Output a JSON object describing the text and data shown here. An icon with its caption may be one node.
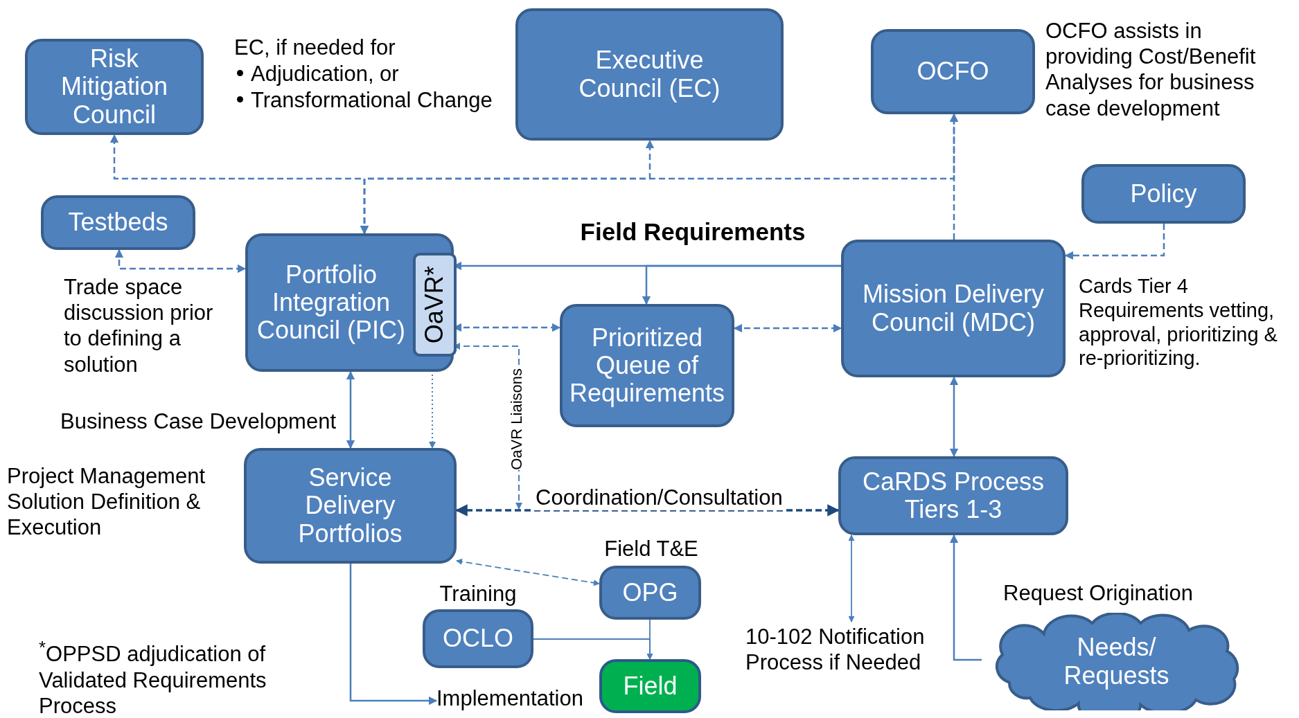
{
  "diagram": {
    "nodes": [
      {
        "text": [
          "Risk Mitigation Council"
        ]
      },
      {
        "text": [
          "Executive Council (EC)"
        ]
      },
      {
        "text": [
          "OCFO"
        ],
        "beside": [
          "OCFO assists in providing Cost/Benefit Analyses for business case development"
        ]
      },
      {
        "text": [
          "Testbeds"
        ]
      },
      {
        "text": [
          "Portfolio Integration Council (PIC)"
        ]
      },
      {
        "text": [
          "OaVR*"
        ],
        "in": 4
      },
      {
        "text": [
          "Policy"
        ]
      },
      {
        "text": [
          "Prioritized Queue of Requirements"
        ]
      },
      {
        "text": [
          "Mission Delivery Council (MDC)"
        ],
        "beside": [
          "Cards Tier 4 Requirements vetting, approval, prioritizing & re-prioritizing."
        ]
      },
      {
        "text": [
          "Service Delivery Portfolios"
        ]
      },
      {
        "text": [
          "CaRDS Process Tiers 1-3"
        ]
      },
      {
        "text": [
          "OPG"
        ],
        "beside": [
          "Field T&E"
        ]
      },
      {
        "text": [
          "OCLO"
        ],
        "beside": [
          "Training"
        ]
      },
      {
        "text": [
          "Field"
        ]
      },
      {
        "text": [
          "Needs/ Requests"
        ],
        "beside": [
          "Request Origination"
        ]
      },
      {
        "text": [
          "Implementation"
        ]
      },
      {
        "text": [
          "10-102 Notification Process if Needed"
        ]
      }
    ],
    "edges": [
      {
        "from": 4,
        "to": 0,
        "arrow": "both",
        "style": "dashed"
      },
      {
        "from": 4,
        "to": 1,
        "arrow": "both",
        "style": "dashed"
      },
      {
        "from": 4,
        "to": 2,
        "arrow": "both",
        "style": "dashed"
      },
      {
        "from": 8,
        "to": 2,
        "arrow": "to",
        "style": "dashed"
      },
      {
        "from": 3,
        "to": 4,
        "arrow": "both",
        "style": "dashed"
      },
      {
        "from": 6,
        "to": 8,
        "arrow": "to",
        "style": "dashed"
      },
      {
        "from": 8,
        "to": 5,
        "arrow": "to"
      },
      {
        "from": 8,
        "to": 7,
        "arrow": "to"
      },
      {
        "from": 5,
        "to": 7,
        "arrow": "both",
        "style": "dashed"
      },
      {
        "from": 7,
        "to": 8,
        "arrow": "both",
        "style": "dashed"
      },
      {
        "from": 5,
        "to": null,
        "arrow": "both",
        "style": "dashed",
        "label": "OaVR Liaisons"
      },
      {
        "from": 5,
        "to": 9,
        "arrow": "both",
        "style": "dashed"
      },
      {
        "from": 4,
        "to": 9,
        "arrow": "both"
      },
      {
        "from": 9,
        "to": 10,
        "arrow": "both",
        "style": "dashed",
        "color": "#1f497d",
        "label": "Coordination/Consultation"
      },
      {
        "from": 9,
        "to": 15,
        "arrow": "to"
      },
      {
        "from": 9,
        "to": 11,
        "arrow": "both",
        "style": "dashed"
      },
      {
        "from": 11,
        "to": 13,
        "arrow": "to"
      },
      {
        "from": 12,
        "to": 13,
        "arrow": "to"
      },
      {
        "from": 10,
        "to": 16,
        "arrow": "both"
      },
      {
        "from": 8,
        "to": 10,
        "arrow": "both"
      },
      {
        "from": 14,
        "to": 10,
        "arrow": "to"
      }
    ],
    "labels": [
      "EC, if needed for",
      "Adjudication, or",
      "Transformational Change",
      "Field Requirements",
      "Trade space discussion prior to defining a solution",
      "Business Case Development",
      "Project Management Solution Definition & Execution",
      "$^{*}$OPPSD adjudication of Validated Requirements Process"
    ]
  }
}
